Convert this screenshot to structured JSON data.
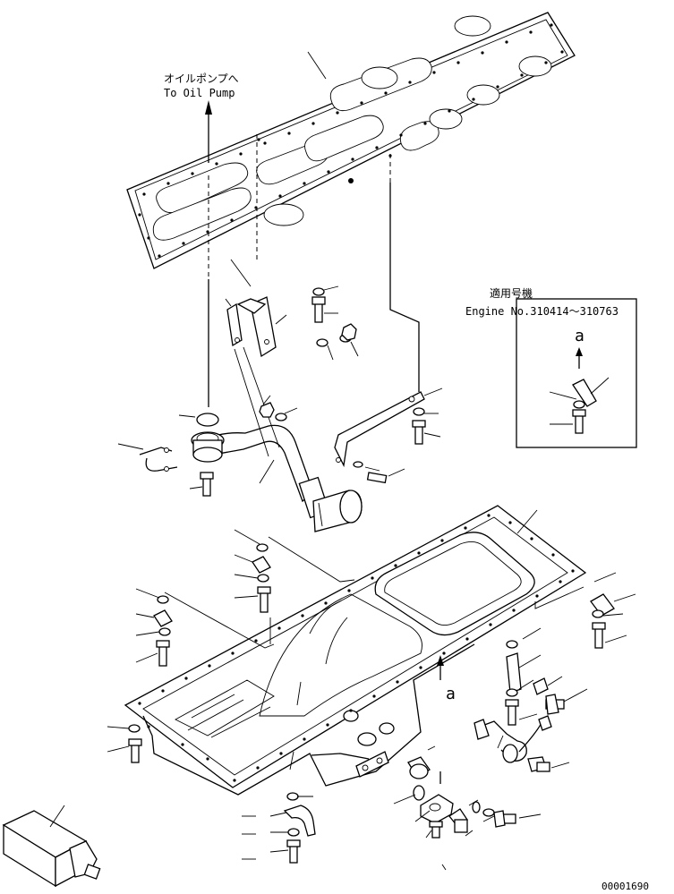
{
  "annotations": {
    "oil_pump_jp": "オイルポンプへ",
    "oil_pump_en": "To Oil Pump",
    "applicable_jp": "適用号機",
    "engine_range": "Engine No.310414～310763",
    "detail_ref_box": "a",
    "detail_ref_pan": "a"
  },
  "figure_number": "00001690"
}
